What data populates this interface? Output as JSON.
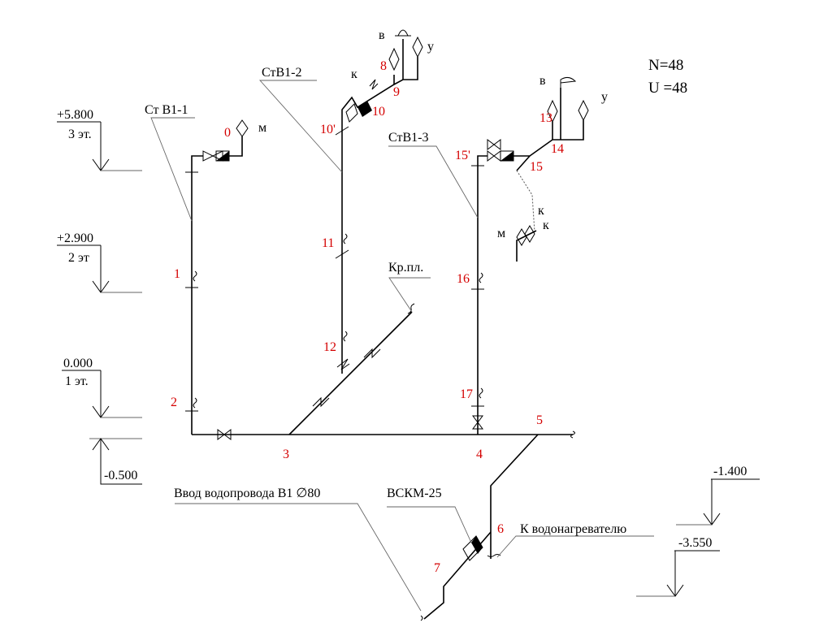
{
  "summary": {
    "n": "N=48",
    "u": "U =48"
  },
  "levels": {
    "floor3_elev": "+5.800",
    "floor3_name": "3 эт.",
    "floor2_elev": "+2.900",
    "floor2_name": "2 эт",
    "floor1_elev": "0.000",
    "floor1_name": "1 эт.",
    "basement": "-0.500",
    "upper_right": "-1.400",
    "lower_right": "-3.550"
  },
  "risers": {
    "st1": "Ст В1-1",
    "st2": "СтВ1-2",
    "st3": "СтВ1-3"
  },
  "labels": {
    "kr_pl": "Кр.пл.",
    "inlet": "Ввод водопровода В1 ∅80",
    "meter": "ВСКМ-25",
    "heater": "К водонагревателю"
  },
  "fixtures": {
    "m_st1": "м",
    "k_st2": "к",
    "v_st2": "в",
    "u_st2": "у",
    "v_st3": "в",
    "u_st3": "у",
    "k1_st3": "к",
    "k2_st3": "к",
    "m_st3": "м"
  },
  "nodes": {
    "n0": "0",
    "n1": "1",
    "n2": "2",
    "n3": "3",
    "n4": "4",
    "n5": "5",
    "n6": "6",
    "n7": "7",
    "n8": "8",
    "n9": "9",
    "n10": "10",
    "n10p": "10'",
    "n11": "11",
    "n12": "12",
    "n13": "13",
    "n14": "14",
    "n15": "15",
    "n15p": "15'",
    "n16": "16",
    "n17": "17"
  }
}
